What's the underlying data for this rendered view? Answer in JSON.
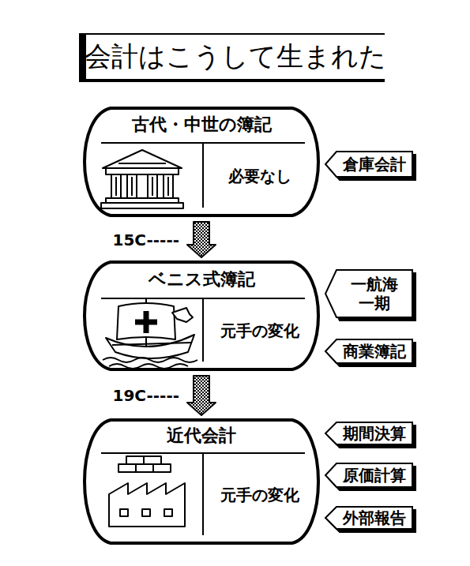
{
  "diagram": {
    "title": "会計はこうして生まれた",
    "nodes": [
      {
        "text": [
          "古代・中世の簿記",
          "必要なし"
        ]
      },
      {
        "text": [
          "倉庫会計"
        ]
      },
      {
        "text": [
          "ベニス式簿記",
          "元手の変化"
        ]
      },
      {
        "text": [
          "一航海 一期"
        ]
      },
      {
        "text": [
          "商業簿記"
        ]
      },
      {
        "text": [
          "近代会計",
          "元手の変化"
        ]
      },
      {
        "text": [
          "期間決算"
        ]
      },
      {
        "text": [
          "原価計算"
        ]
      },
      {
        "text": [
          "外部報告"
        ]
      }
    ],
    "edges": [
      {
        "from": 0,
        "to": 2,
        "arrow": "to",
        "label": "15C-----"
      },
      {
        "from": 2,
        "to": 5,
        "arrow": "to",
        "label": "19C-----"
      }
    ]
  }
}
